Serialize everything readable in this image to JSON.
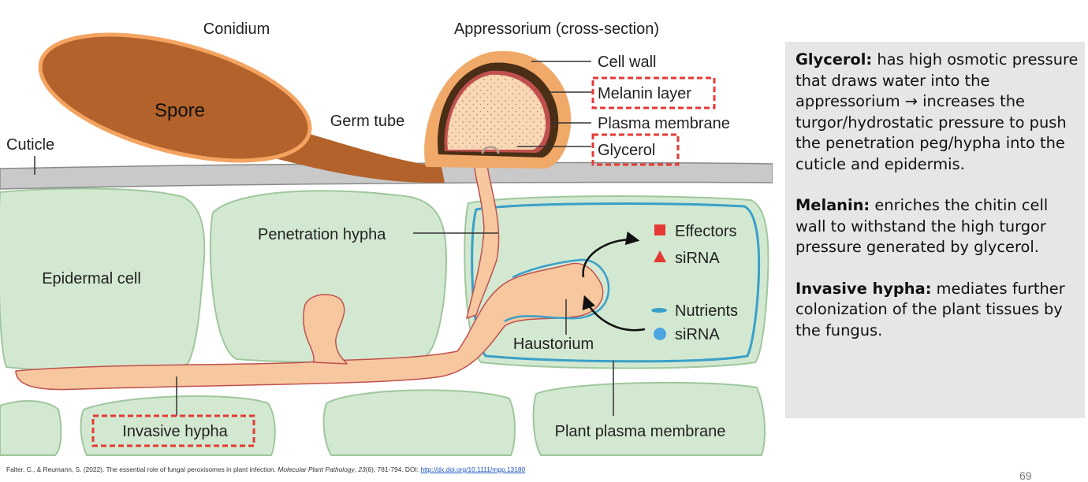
{
  "diagram": {
    "labels": {
      "conidium": "Conidium",
      "spore": "Spore",
      "germ_tube": "Germ tube",
      "cuticle": "Cuticle",
      "appressorium": "Appressorium (cross-section)",
      "cell_wall": "Cell wall",
      "melanin_layer": "Melanin layer",
      "plasma_membrane": "Plasma membrane",
      "glycerol": "Glycerol",
      "penetration_hypha": "Penetration hypha",
      "epidermal_cell": "Epidermal cell",
      "effectors": "Effectors",
      "sirna_effector": "siRNA",
      "nutrients": "Nutrients",
      "sirna_nutrient": "siRNA",
      "haustorium": "Haustorium",
      "invasive_hypha": "Invasive hypha",
      "plant_plasma_membrane": "Plant plasma membrane"
    },
    "colors": {
      "spore_fill": "#b2622a",
      "hypha_fill": "#f7c8a0",
      "cell_fill": "#d3e8d1",
      "cell_stroke": "#9fc79d",
      "membrane_blue": "#3aa0c8",
      "melanin": "#4a2e15",
      "highlight_box": "#e53935",
      "effector_red": "#e53935"
    },
    "highlighted": [
      "Melanin layer",
      "Glycerol",
      "Invasive hypha"
    ]
  },
  "notes": [
    {
      "term": "Glycerol:",
      "text": "has high osmotic pressure that draws water into the appressorium → increases the turgor/hydrostatic pressure to push the penetration peg/hypha into the cuticle and epidermis."
    },
    {
      "term": "Melanin:",
      "text": "enriches the chitin cell wall to withstand the high turgor pressure generated by glycerol."
    },
    {
      "term": "Invasive hypha:",
      "text": "mediates further colonization of the plant tissues by the fungus."
    }
  ],
  "citation": {
    "authors": "Falter, C., & Reumann, S. (2022). The essential role of fungal peroxisomes in plant infection.",
    "journal": "Molecular Plant Pathology",
    "volume": "23",
    "rest": "(6), 781-794. DOI:",
    "doi": "http://dx.doi.org/10.1111/mpp.13180"
  },
  "page_number": "69"
}
